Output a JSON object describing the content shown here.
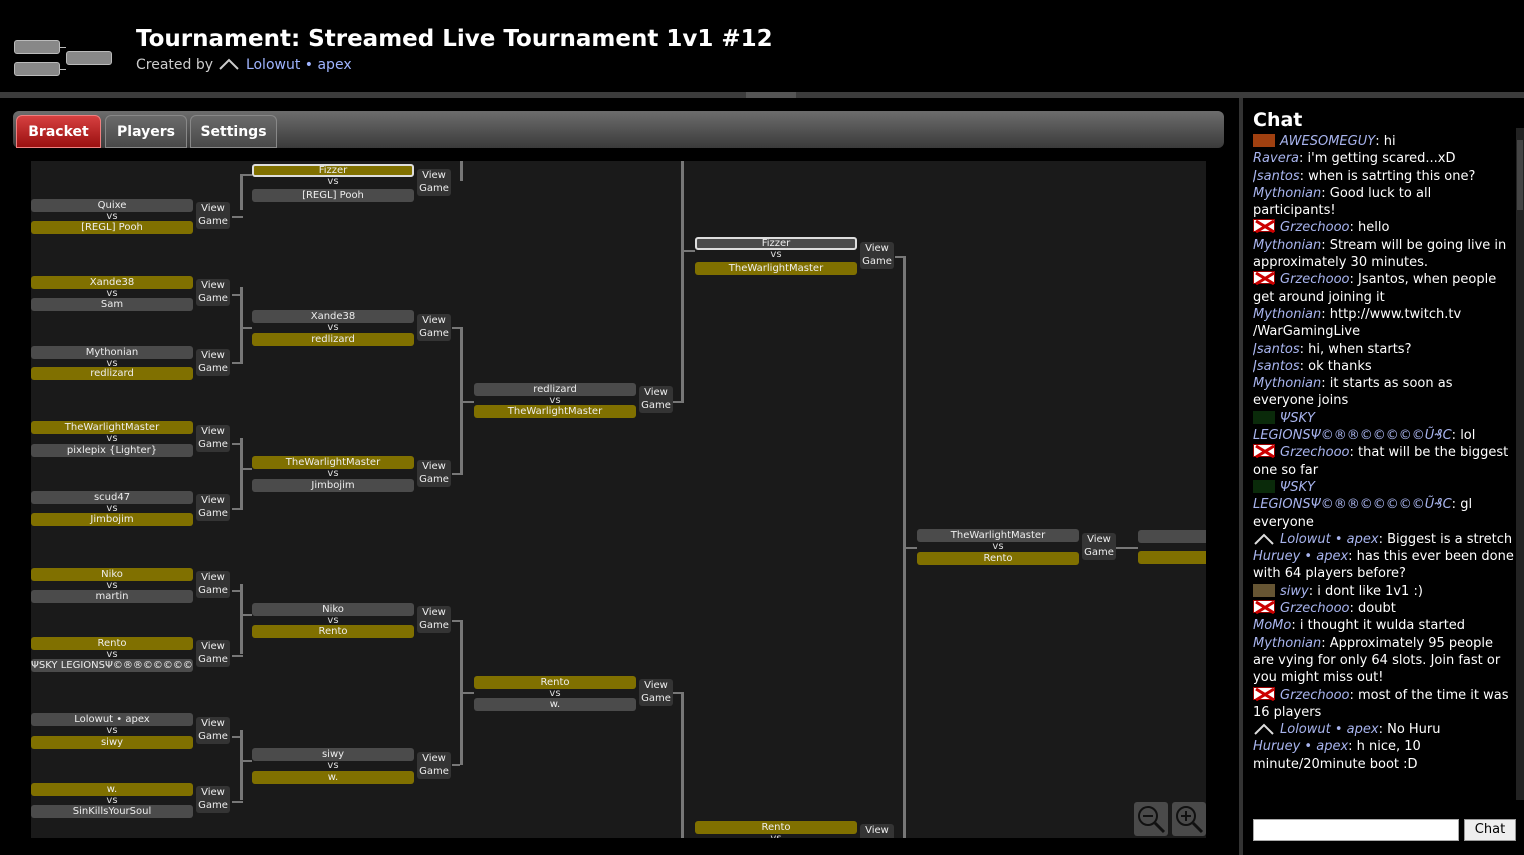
{
  "header": {
    "title": "Tournament: Streamed Live Tournament 1v1 #12",
    "created_by_label": "Created by",
    "creator": "Lolowut • apex"
  },
  "tabs": [
    {
      "label": "Bracket",
      "active": true
    },
    {
      "label": "Players",
      "active": false
    },
    {
      "label": "Settings",
      "active": false
    }
  ],
  "bracket": {
    "vs_label": "vs",
    "view_label_1": "View",
    "view_label_2": "Game",
    "round1": [
      {
        "top": "Quixe",
        "bottom": "[REGL] Pooh"
      },
      {
        "top": "Xande38",
        "bottom": "Sam"
      },
      {
        "top": "Mythonian",
        "bottom": "redlizard"
      },
      {
        "top": "TheWarlightMaster",
        "bottom": "pixlepix {Lighter}"
      },
      {
        "top": "scud47",
        "bottom": "Jimbojim"
      },
      {
        "top": "Niko",
        "bottom": "martin"
      },
      {
        "top": "Rento",
        "bottom": "ΨSKY LEGIONSΨ©®®©©©©©Ũ"
      },
      {
        "top": "Lolowut • apex",
        "bottom": "siwy"
      },
      {
        "top": "w.",
        "bottom": "SinKillsYourSoul"
      }
    ],
    "round2": [
      {
        "top": "Fizzer",
        "bottom": "[REGL] Pooh"
      },
      {
        "top": "Xande38",
        "bottom": "redlizard"
      },
      {
        "top": "TheWarlightMaster",
        "bottom": "Jimbojim"
      },
      {
        "top": "Niko",
        "bottom": "Rento"
      },
      {
        "top": "siwy",
        "bottom": "w."
      }
    ],
    "round3": [
      {
        "top": "redlizard",
        "bottom": "TheWarlightMaster"
      },
      {
        "top": "Rento",
        "bottom": "w."
      }
    ],
    "round4": [
      {
        "top": "Fizzer",
        "bottom": "TheWarlightMaster"
      },
      {
        "top": "Rento",
        "bottom": ""
      }
    ],
    "round5": [
      {
        "top": "TheWarlightMaster",
        "bottom": "Rento"
      }
    ]
  },
  "chat": {
    "title": "Chat",
    "send_label": "Chat",
    "input_value": "",
    "messages": [
      {
        "user": "AWESOMEGUY",
        "text": "hi",
        "icon": "flag-icon"
      },
      {
        "user": "Ravera",
        "text": "i'm getting scared...xD",
        "icon": ""
      },
      {
        "user": "Jsantos",
        "text": "when is satrting this one?",
        "icon": ""
      },
      {
        "user": "Mythonian",
        "text": "Good luck to all participants!",
        "icon": ""
      },
      {
        "user": "Grzechooo",
        "text": "hello",
        "icon": "clan-icon"
      },
      {
        "user": "Mythonian",
        "text": "Stream will be going live in approximately 30 minutes.",
        "icon": ""
      },
      {
        "user": "Grzechooo",
        "text": "Jsantos, when people get around joining it",
        "icon": "clan-icon"
      },
      {
        "user": "Mythonian",
        "text": "http://www.twitch.tv /WarGamingLive",
        "icon": ""
      },
      {
        "user": "Jsantos",
        "text": "hi, when starts?",
        "icon": ""
      },
      {
        "user": "Jsantos",
        "text": "ok thanks",
        "icon": ""
      },
      {
        "user": "Mythonian",
        "text": "it starts as soon as everyone joins",
        "icon": ""
      },
      {
        "user": "ΨSKY LEGIONSΨ©®®©©©©©Ũ₰C",
        "text": "lol",
        "icon": "sky-icon"
      },
      {
        "user": "Grzechooo",
        "text": "that will be the biggest one so far",
        "icon": "clan-icon"
      },
      {
        "user": "ΨSKY LEGIONSΨ©®®©©©©©Ũ₰C",
        "text": "gl everyone",
        "icon": "sky-icon"
      },
      {
        "user": "Lolowut • apex",
        "text": "Biggest is a stretch",
        "icon": "chevron-icon"
      },
      {
        "user": "Huruey • apex",
        "text": "has this ever been done with 64 players before?",
        "icon": ""
      },
      {
        "user": "siwy",
        "text": "i dont like 1v1 :)",
        "icon": "siwy-icon"
      },
      {
        "user": "Grzechooo",
        "text": "doubt",
        "icon": "clan-icon"
      },
      {
        "user": "MoMo",
        "text": "i thought it wulda started",
        "icon": ""
      },
      {
        "user": "Mythonian",
        "text": "Approximately 95 people are vying for only 64 slots. Join fast or you might miss out!",
        "icon": ""
      },
      {
        "user": "Grzechooo",
        "text": "most of the time it was 16 players",
        "icon": "clan-icon"
      },
      {
        "user": "Lolowut • apex",
        "text": "No Huru",
        "icon": "chevron-icon"
      },
      {
        "user": "Huruey • apex",
        "text": "h nice, 10 minute/20minute boot :D",
        "icon": ""
      }
    ]
  }
}
